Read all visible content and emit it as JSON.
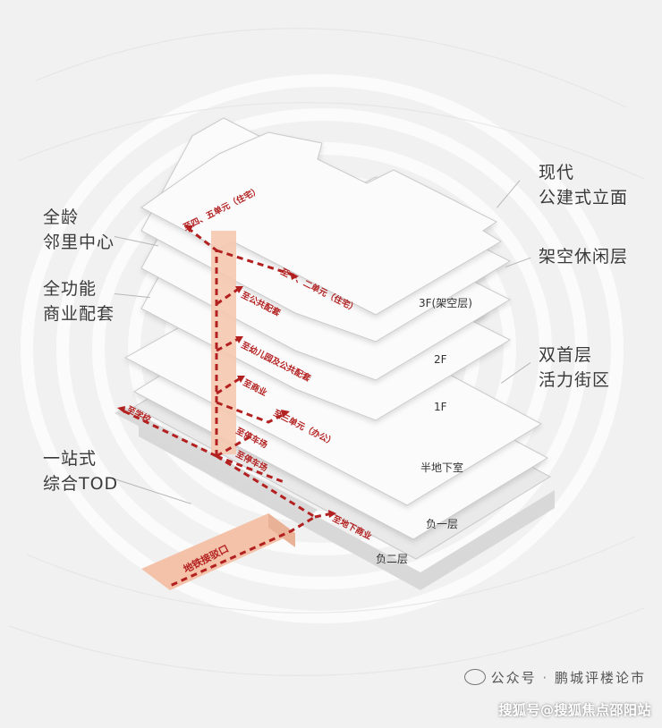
{
  "labels": {
    "left": [
      {
        "lines": [
          "全龄",
          "邻里中心"
        ]
      },
      {
        "lines": [
          "全功能",
          "商业配套"
        ]
      },
      {
        "lines": [
          "一站式",
          "综合TOD"
        ]
      }
    ],
    "right": [
      {
        "lines": [
          "现代",
          "公建式立面"
        ]
      },
      {
        "lines": [
          "架空休闲层"
        ]
      },
      {
        "lines": [
          "双首层",
          "活力街区"
        ]
      }
    ]
  },
  "floors": [
    "3F(架空层)",
    "2F",
    "1F",
    "半地下室",
    "负一层",
    "负二层"
  ],
  "routes": [
    "至四、五单元（住宅）",
    "至一、二单元（住宅）",
    "至公共配套",
    "至幼儿园及公共配套",
    "至商业",
    "至三单元（办公）",
    "至停车场",
    "至停车场",
    "至学校",
    "至地下商业",
    "地铁接驳口"
  ],
  "footer": {
    "source": "公众号",
    "separator": "·",
    "name": "鹏城评楼论市"
  },
  "watermark": "搜狐号@搜狐焦点邵阳站",
  "colors": {
    "route_red": "#b32020",
    "core_fill": "#f5c9b0",
    "subway_fill": "#f4c2a8",
    "slab_fill": "#fbfbfb",
    "slab_stroke": "#c9c9c9",
    "background": "#f1f1f1"
  }
}
